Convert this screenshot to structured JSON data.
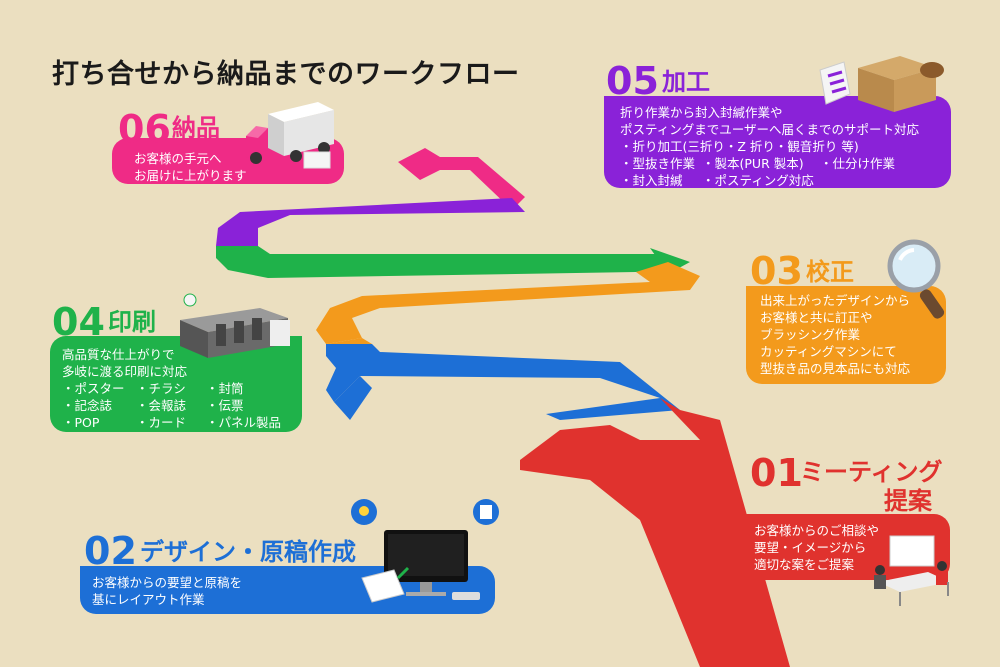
{
  "title": "打ち合せから納品までのワークフロー",
  "colors": {
    "background": "#ebdfc0",
    "step01": "#e0322e",
    "step02": "#1d6fd6",
    "step03": "#f39a1c",
    "step04": "#1fb24a",
    "step05": "#8a22d8",
    "step06": "#ef2b86"
  },
  "steps": [
    {
      "num": "01",
      "label": "ミーティング",
      "label2": "提案",
      "lines": [
        "お客様からのご相談や",
        "要望・イメージから",
        "適切な案をご提案"
      ],
      "icon": "meeting-people-icon"
    },
    {
      "num": "02",
      "label": "デザイン・原稿作成",
      "lines": [
        "お客様からの要望と原稿を",
        "基にレイアウト作業"
      ],
      "icon": "computer-monitor-icon"
    },
    {
      "num": "03",
      "label": "校正",
      "lines": [
        "出来上がったデザインから",
        "お客様と共に訂正や",
        "ブラッシング作業",
        "カッティングマシンにて",
        "型抜き品の見本品にも対応"
      ],
      "icon": "magnifier-icon"
    },
    {
      "num": "04",
      "label": "印刷",
      "lines": [
        "高品質な仕上がりで",
        "多岐に渡る印刷に対応"
      ],
      "items": [
        "・ポスター",
        "・チラシ",
        "・封筒",
        "・記念誌",
        "・会報誌",
        "・伝票",
        "・POP",
        "・カード",
        "・パネル製品"
      ],
      "icon": "printing-press-icon"
    },
    {
      "num": "05",
      "label": "加工",
      "lines": [
        "折り作業から封入封緘作業や",
        "ポスティングまでユーザーへ届くまでのサポート対応"
      ],
      "rows": [
        [
          "・折り加工(三折り・Z 折り・観音折り 等)"
        ],
        [
          "・型抜き作業",
          "・製本(PUR 製本)",
          "・仕分け作業"
        ],
        [
          "・封入封緘",
          "・ポスティング対応"
        ]
      ],
      "icon": "cardboard-box-icon"
    },
    {
      "num": "06",
      "label": "納品",
      "lines": [
        "お客様の手元へ",
        "お届けに上がります"
      ],
      "icon": "delivery-truck-icon"
    }
  ]
}
